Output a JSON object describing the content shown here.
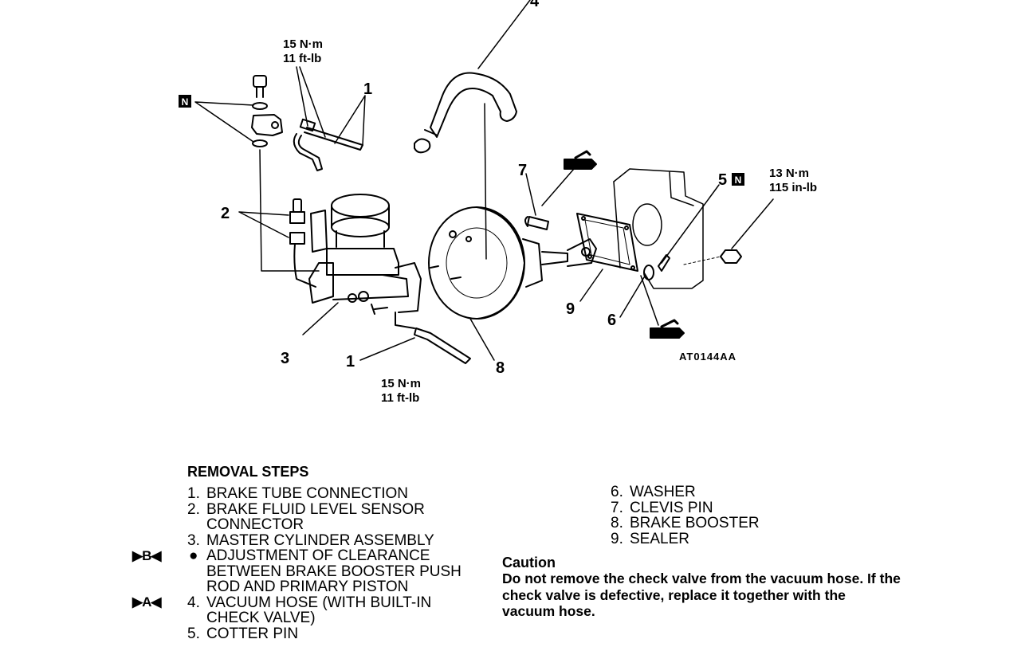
{
  "figure": {
    "callouts": {
      "c1a": "1",
      "c1b": "1",
      "c2": "2",
      "c3": "3",
      "c4": "4",
      "c5": "5",
      "c6": "6",
      "c7": "7",
      "c8": "8",
      "c9": "9",
      "n_badge": "N"
    },
    "torque": {
      "top_nm": "15 N·m",
      "top_ftlb": "11 ft-lb",
      "bottom_nm": "15 N·m",
      "bottom_ftlb": "11 ft-lb",
      "right_nm": "13 N·m",
      "right_inlb": "115 in-lb"
    },
    "code": "AT0144AA"
  },
  "removal": {
    "title": "REMOVAL STEPS",
    "left": [
      {
        "idx": "1.",
        "lines": [
          "BRAKE TUBE CONNECTION"
        ]
      },
      {
        "idx": "2.",
        "lines": [
          "BRAKE FLUID LEVEL SENSOR",
          "CONNECTOR"
        ]
      },
      {
        "idx": "3.",
        "lines": [
          "MASTER CYLINDER ASSEMBLY"
        ]
      },
      {
        "idx": "●",
        "marker": "▶B◀",
        "lines": [
          "ADJUSTMENT OF CLEARANCE",
          "BETWEEN BRAKE BOOSTER PUSH",
          "ROD AND PRIMARY PISTON"
        ]
      },
      {
        "idx": "4.",
        "marker": "▶A◀",
        "lines": [
          "VACUUM HOSE (WITH BUILT-IN",
          "CHECK VALVE)"
        ]
      },
      {
        "idx": "5.",
        "lines": [
          "COTTER PIN"
        ]
      }
    ],
    "right": [
      {
        "idx": "6.",
        "lines": [
          "WASHER"
        ]
      },
      {
        "idx": "7.",
        "lines": [
          "CLEVIS PIN"
        ]
      },
      {
        "idx": "8.",
        "lines": [
          "BRAKE BOOSTER"
        ]
      },
      {
        "idx": "9.",
        "lines": [
          "SEALER"
        ]
      }
    ]
  },
  "caution": {
    "title": "Caution",
    "text": "Do not remove the check valve from the vacuum hose. If the check valve is defective, replace it together with the vacuum hose."
  }
}
